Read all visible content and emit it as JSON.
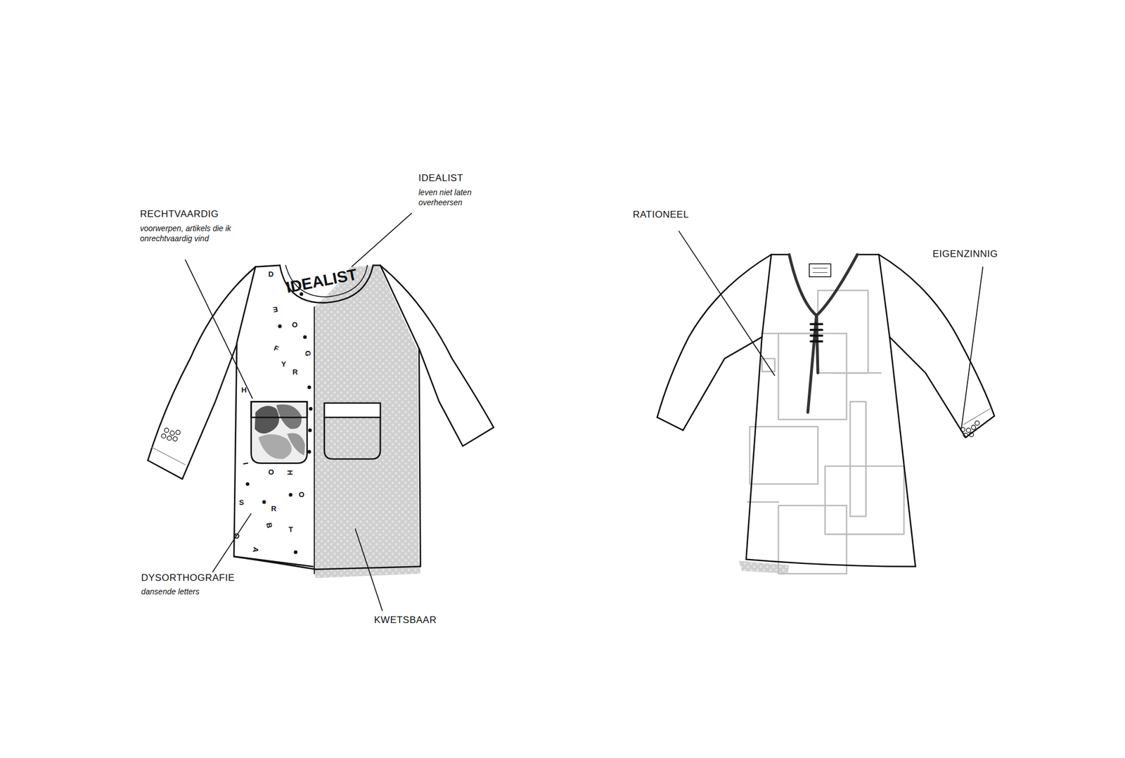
{
  "diagram": {
    "labels": [
      "RECHTVAARDIG",
      "voorwerpen, artikels die ik onrechtvaardig vind",
      "IDEALIST",
      "leven niet laten overheersen",
      "IDEALIST",
      "D",
      "E",
      "O",
      "G",
      "F",
      "Y",
      "R",
      "H",
      "I",
      "O",
      "H",
      "S",
      "R",
      "O",
      "B",
      "T",
      "G",
      "A",
      "DYSORTHOGRAFIE",
      "dansende letters",
      "KWETSBAAR",
      "RATIONEEL",
      "EIGENZINNIG"
    ]
  }
}
